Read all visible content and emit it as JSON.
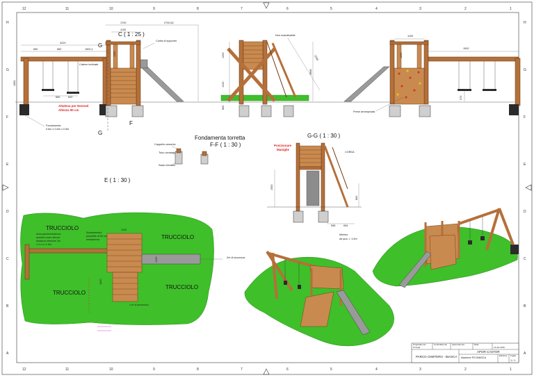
{
  "border": {
    "cols_top": [
      "12",
      "11",
      "10",
      "9",
      "8",
      "7",
      "6",
      "5",
      "4",
      "3",
      "2",
      "1"
    ],
    "cols_bottom": [
      "12",
      "11",
      "10",
      "9",
      "8",
      "7",
      "6",
      "5",
      "4",
      "3",
      "2",
      "1"
    ],
    "rows_left": [
      "H",
      "G",
      "F",
      "E",
      "D",
      "C",
      "B",
      "A"
    ],
    "rows_right": [
      "H",
      "G",
      "F",
      "E",
      "D",
      "C",
      "B",
      "A"
    ]
  },
  "elevation": {
    "scale_label": "C ( 1 : 25 )",
    "dims": {
      "d4229": "4229",
      "d650": "650",
      "d660": "660",
      "d1500": "1500,1",
      "d1700": "1700",
      "d1100": "1100",
      "d2700": "2700,62",
      "d650b": "650",
      "d620": "620",
      "d1650": "1650",
      "d1200": "1200",
      "d1240": "1240",
      "d2868": "2868",
      "d1030": "1030",
      "d800": "800",
      "d1100r": "1100",
      "d1502": "1502",
      "d1200r": "1200",
      "d370": "370"
    },
    "labels": {
      "corda": "Corda di supporto",
      "catene": "Catene inclinate",
      "non_scavalcabile": "Non scavalcabile",
      "altalena": "Altalena per Neonati",
      "altezza": "Altezza 90 cm",
      "fondamenta": "Fondamenta",
      "fondamenta_dim": "0.6m x 0.6m x 0.5m",
      "presa": "Prese arrampicata",
      "g_top": "G",
      "g_bottom": "G",
      "f_mark": "F"
    }
  },
  "foundation_detail": {
    "title": "Fondamenta torretta",
    "scale": "F-F ( 1 : 30 )",
    "cappello": "Cappello cemento",
    "tubo": "Tubo cemento",
    "sassi": "Sassi drenanti"
  },
  "section_g": {
    "title": "G-G ( 1 : 30 )",
    "posizionare": "Posizionare",
    "maniglie": "Maniglie",
    "corda": "CORDA",
    "d1500": "1500",
    "d800": "800",
    "d598": "598",
    "d694": "694",
    "minimo": "Minimo",
    "da_qua": "da qua -> 1.5m"
  },
  "plan_e": {
    "scale": "E ( 1 : 30 )",
    "trucciolo": [
      "TRUCCIOLO",
      "TRUCCIOLO",
      "TRUCCIOLO",
      "TRUCCIOLO"
    ],
    "note_left": [
      "Area pavimentazione",
      "assorbi-urreo diecce",
      "distanza inferiore 2m",
      "1.2 m x 1.5m"
    ],
    "note_center": [
      "Spostamento",
      "possibile di 80 cm",
      "sentaderea"
    ],
    "d1100": "1100",
    "d1200": "1200",
    "d1840": "1840",
    "sicurezza_r": "2m di sicurezza",
    "sicurezza_b": "1 m di sicurezza"
  },
  "title_block": {
    "progettato": "Progettato da",
    "pmuqai": "Pmuqai",
    "controllato": "Controllato da",
    "approvato": "Approvato da",
    "data": "Data",
    "data_val": "14-dic-2016",
    "project": "APOR CASTOR",
    "place": "PARCO CIMITERO - BIASCA",
    "sub": "Assieme PG BIASCA",
    "edizione": "Edizione",
    "foglio": "Foglio",
    "foglio_val": "1 / 1"
  }
}
